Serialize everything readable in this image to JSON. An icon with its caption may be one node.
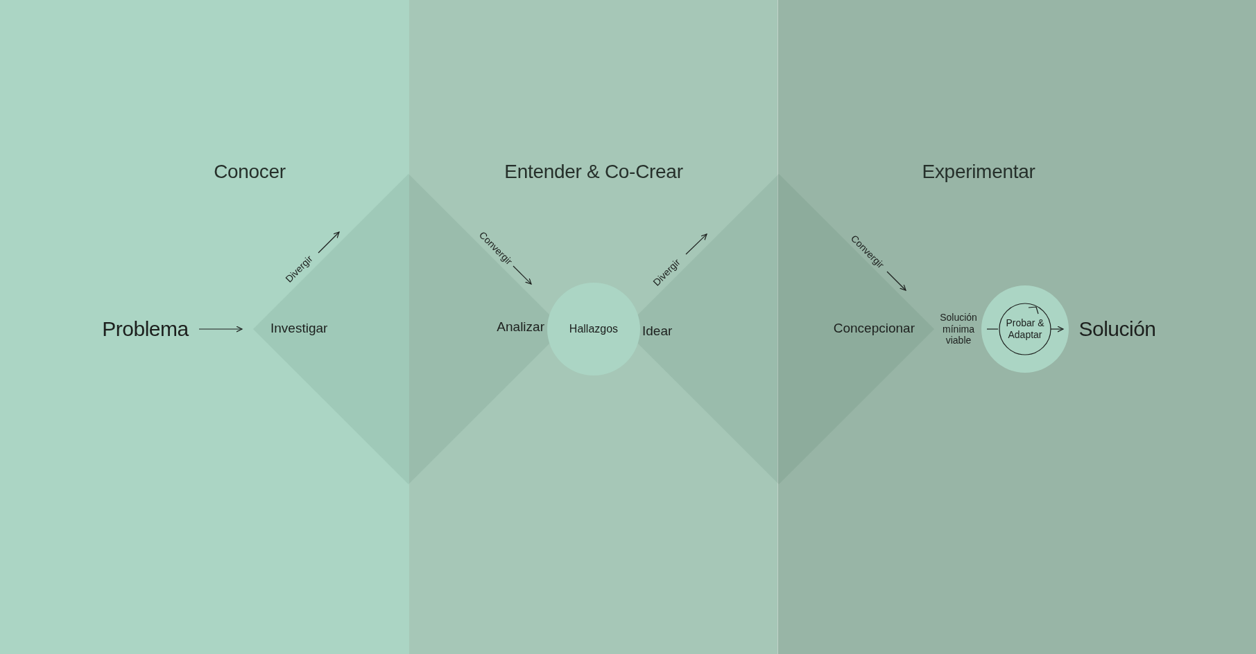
{
  "diagram": {
    "nodes": [
      {
        "text": [
          "Conocer"
        ]
      },
      {
        "text": [
          "Entender & Co-Crear"
        ]
      },
      {
        "text": [
          "Experimentar"
        ]
      },
      {
        "text": [
          "Problema"
        ],
        "in": 0
      },
      {
        "text": [
          "Investigar",
          "Analizar"
        ]
      },
      {
        "text": [
          "Hallazgos"
        ],
        "in": 1
      },
      {
        "text": [
          "Idear",
          "Concepcionar"
        ]
      },
      {
        "text": [
          "Solución mínima viable"
        ],
        "in": 2
      },
      {
        "text": [],
        "shape": "circle",
        "in": 2
      },
      {
        "text": [
          "Probar & Adaptar"
        ],
        "in": 8
      },
      {
        "text": [
          "Solución"
        ],
        "in": 2
      }
    ],
    "edges": [
      {
        "from": 3,
        "to": 4,
        "arrow": "to"
      },
      {
        "from": 7,
        "to": 9,
        "arrow": "none"
      },
      {
        "from": 9,
        "to": 10,
        "arrow": "to"
      }
    ],
    "labels": [
      "Divergir",
      "Convergir",
      "Divergir",
      "Convergir"
    ]
  }
}
